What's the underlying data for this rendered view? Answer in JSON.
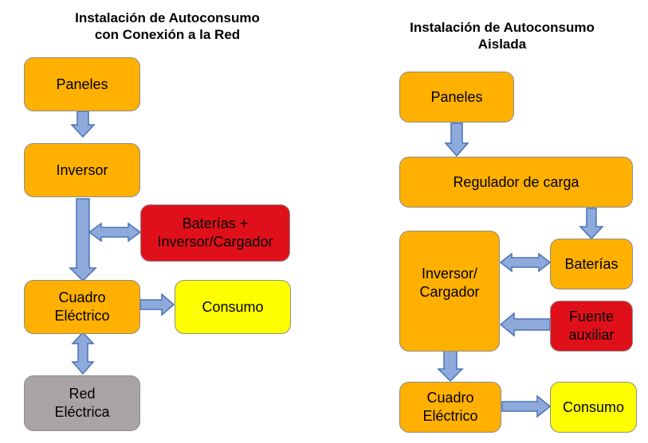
{
  "left_diagram": {
    "title": "Instalación de Autoconsumo\ncon Conexión a la Red",
    "panels": "Paneles",
    "inverter": "Inversor",
    "batteries": "Baterías +\nInversor/Cargador",
    "panel_board": "Cuadro\nEléctrico",
    "consumption": "Consumo",
    "grid": "Red\nEléctrica"
  },
  "right_diagram": {
    "title": "Instalación de Autoconsumo\nAislada",
    "panels": "Paneles",
    "charge_controller": "Regulador de carga",
    "inverter_charger": "Inversor/\nCargador",
    "batteries": "Baterías",
    "aux_source": "Fuente\nauxiliar",
    "panel_board": "Cuadro\nEléctrico",
    "consumption": "Consumo"
  },
  "colors": {
    "box_orange": "#ffb000",
    "box_red": "#e0101a",
    "box_yellow": "#fffe00",
    "box_gray": "#a8a4a5",
    "arrow_fill": "#8eaadb",
    "arrow_stroke": "#4a72b8"
  }
}
